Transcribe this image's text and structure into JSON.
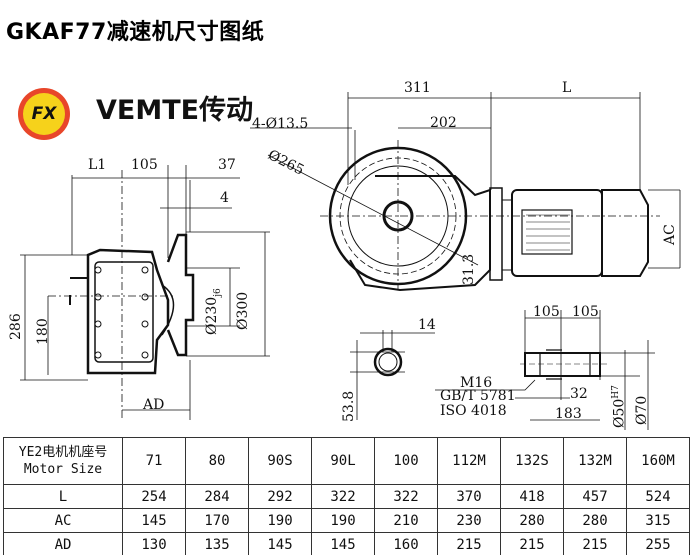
{
  "title": "GKAF77减速机尺寸图纸",
  "brand": {
    "logo_text": "FX",
    "name": "VEMTE传动",
    "logo_colors": {
      "outer": "#e8462a",
      "inner": "#f6d21b"
    }
  },
  "dimensions": {
    "L1": "L1",
    "d105": "105",
    "d37": "37",
    "d4": "4",
    "d286": "286",
    "d180": "180",
    "d230": "Ø230",
    "d230_tol": "j6",
    "d300": "Ø300",
    "AD": "AD",
    "holes": "4-Ø13.5",
    "d265": "Ø265",
    "d311": "311",
    "dL": "L",
    "d202": "202",
    "AC": "AC",
    "d31_3": "31.3",
    "d14": "14",
    "d53_8": "53.8",
    "d105a": "105",
    "d105b": "105",
    "M16": "M16",
    "gbt": "GB/T 5781",
    "iso": "ISO 4018",
    "d32": "32",
    "d183": "183",
    "d50": "Ø50",
    "d50_tol": "H7",
    "d70": "Ø70"
  },
  "table": {
    "header_cn": "YE2电机机座号",
    "header_en": "Motor Size",
    "sizes": [
      "71",
      "80",
      "90S",
      "90L",
      "100",
      "112M",
      "132S",
      "132M",
      "160M"
    ],
    "rows": [
      {
        "label": "L",
        "values": [
          "254",
          "284",
          "292",
          "322",
          "322",
          "370",
          "418",
          "457",
          "524"
        ]
      },
      {
        "label": "AC",
        "values": [
          "145",
          "170",
          "190",
          "190",
          "210",
          "230",
          "280",
          "280",
          "315"
        ]
      },
      {
        "label": "AD",
        "values": [
          "130",
          "135",
          "145",
          "145",
          "160",
          "215",
          "215",
          "215",
          "255"
        ]
      }
    ]
  }
}
